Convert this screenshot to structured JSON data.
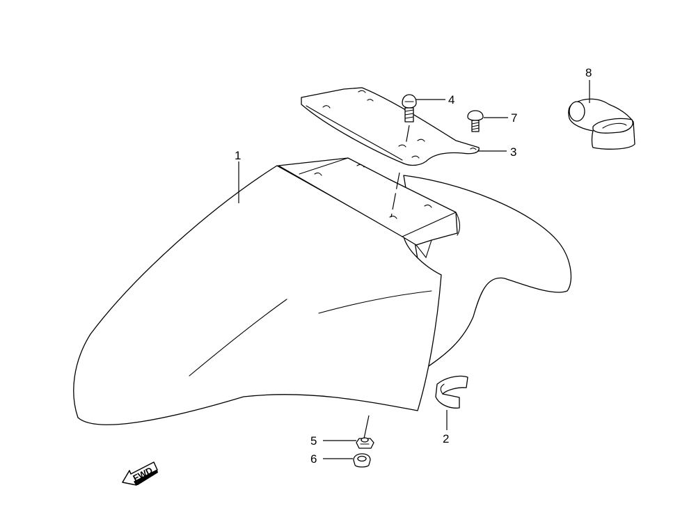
{
  "callouts": {
    "c1": "1",
    "c2": "2",
    "c3": "3",
    "c4": "4",
    "c5": "5",
    "c6": "6",
    "c7": "7",
    "c8": "8"
  },
  "direction_label": "FWD"
}
